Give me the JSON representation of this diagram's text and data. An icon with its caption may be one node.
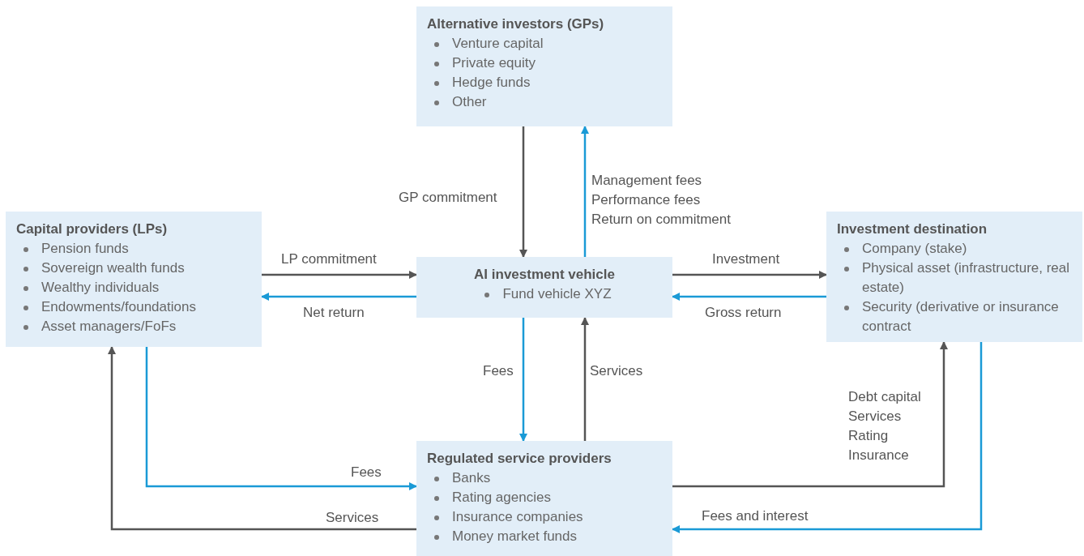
{
  "diagram": {
    "nodes": [
      {
        "text": [
          "Alternative investors (GPs)",
          "Venture capital",
          "Private equity",
          "Hedge funds",
          "Other"
        ]
      },
      {
        "text": [
          "Capital providers (LPs)",
          "Pension funds",
          "Sovereign wealth funds",
          "Wealthy individuals",
          "Endowments/foundations",
          "Asset managers/FoFs"
        ]
      },
      {
        "text": [
          "AI investment vehicle",
          "Fund vehicle XYZ"
        ]
      },
      {
        "text": [
          "Investment destination",
          "Company (stake)",
          "Physical asset (infrastructure, real estate)",
          "Security (derivative or insurance contract"
        ]
      },
      {
        "text": [
          "Regulated service providers",
          "Banks",
          "Rating agencies",
          "Insurance companies",
          "Money market funds"
        ]
      }
    ],
    "edges": [
      {
        "from": 0,
        "to": 2,
        "arrow": "to",
        "label": "GP commitment"
      },
      {
        "from": 2,
        "to": 0,
        "arrow": "to",
        "label": "Management fees Performance fees Return on commitment",
        "color": "#1a9ad6"
      },
      {
        "from": 1,
        "to": 2,
        "arrow": "to",
        "label": "LP commitment"
      },
      {
        "from": 2,
        "to": 1,
        "arrow": "to",
        "label": "Net return",
        "color": "#1a9ad6"
      },
      {
        "from": 2,
        "to": 3,
        "arrow": "to",
        "label": "Investment"
      },
      {
        "from": 3,
        "to": 2,
        "arrow": "to",
        "label": "Gross return",
        "color": "#1a9ad6"
      },
      {
        "from": 2,
        "to": 4,
        "arrow": "to",
        "label": "Fees",
        "color": "#1a9ad6"
      },
      {
        "from": 4,
        "to": 2,
        "arrow": "to",
        "label": "Services"
      },
      {
        "from": 1,
        "to": 4,
        "arrow": "to",
        "label": "Fees",
        "color": "#1a9ad6"
      },
      {
        "from": 4,
        "to": 1,
        "arrow": "to",
        "label": "Services"
      },
      {
        "from": 4,
        "to": 3,
        "arrow": "to",
        "label": "Debt capital Services Rating Insurance"
      },
      {
        "from": 3,
        "to": 4,
        "arrow": "to",
        "label": "Fees and interest",
        "color": "#1a9ad6"
      }
    ]
  }
}
